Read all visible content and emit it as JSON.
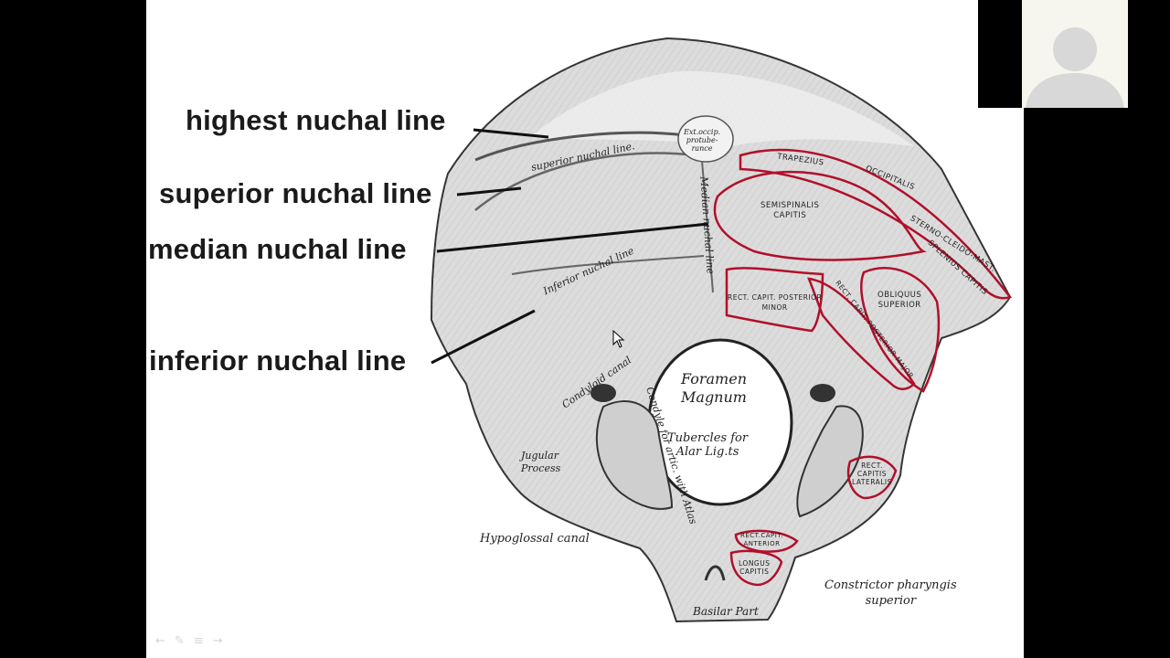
{
  "slide": {
    "labels": {
      "highest": "highest nuchal line",
      "superior": "superior nuchal line",
      "median": "median nuchal line",
      "inferior": "inferior nuchal line"
    },
    "figure": {
      "ext_occip_1": "Ext.occip.",
      "ext_occip_2": "protube-",
      "ext_occip_3": "rance",
      "superior_nuchal_line": "superior nuchal line.",
      "inferior_nuchal_line": "Inferior nuchal line",
      "median_nuchal_line": "Median nuchal line",
      "condyloid_canal": "Condyloid canal",
      "jugular_1": "Jugular",
      "jugular_2": "Process",
      "condyle": "Condyle for artic. with Atlas",
      "foramen_1": "Foramen",
      "foramen_2": "Magnum",
      "tubercles_1": "Tubercles for",
      "tubercles_2": "Alar Lig.ts",
      "hypoglossal": "Hypoglossal canal",
      "constrictor_1": "Constrictor pharyngis",
      "constrictor_2": "superior",
      "basilar": "Basilar Part",
      "trapezius": "TRAPEZIUS",
      "occipitalis": "OCCIPITALIS",
      "semispinalis_1": "SEMISPINALIS",
      "semispinalis_2": "CAPITIS",
      "sternocleido": "STERNO-CLEIDO-MAST.",
      "splenius": "SPLENIUS CAPITIS",
      "rect_minor_1": "RECT. CAPIT. POSTERIOR",
      "rect_minor_2": "MINOR",
      "rect_major": "RECT. CAPIT. POSTERIOR MAJOR",
      "obliquus_1": "OBLIQUUS",
      "obliquus_2": "SUPERIOR",
      "rect_lat_1": "RECT.",
      "rect_lat_2": "CAPITIS",
      "rect_lat_3": "LATERALIS",
      "rect_ant_1": "RECT.CAPIT.",
      "rect_ant_2": "ANTERIOR",
      "longus_1": "LONGUS",
      "longus_2": "CAPITIS"
    }
  },
  "colors": {
    "muscle_outline": "#b0102a",
    "label_text": "#1a1a1a",
    "background": "#000000",
    "slide": "#ffffff"
  },
  "participant": {
    "icon": "user-avatar-icon"
  }
}
